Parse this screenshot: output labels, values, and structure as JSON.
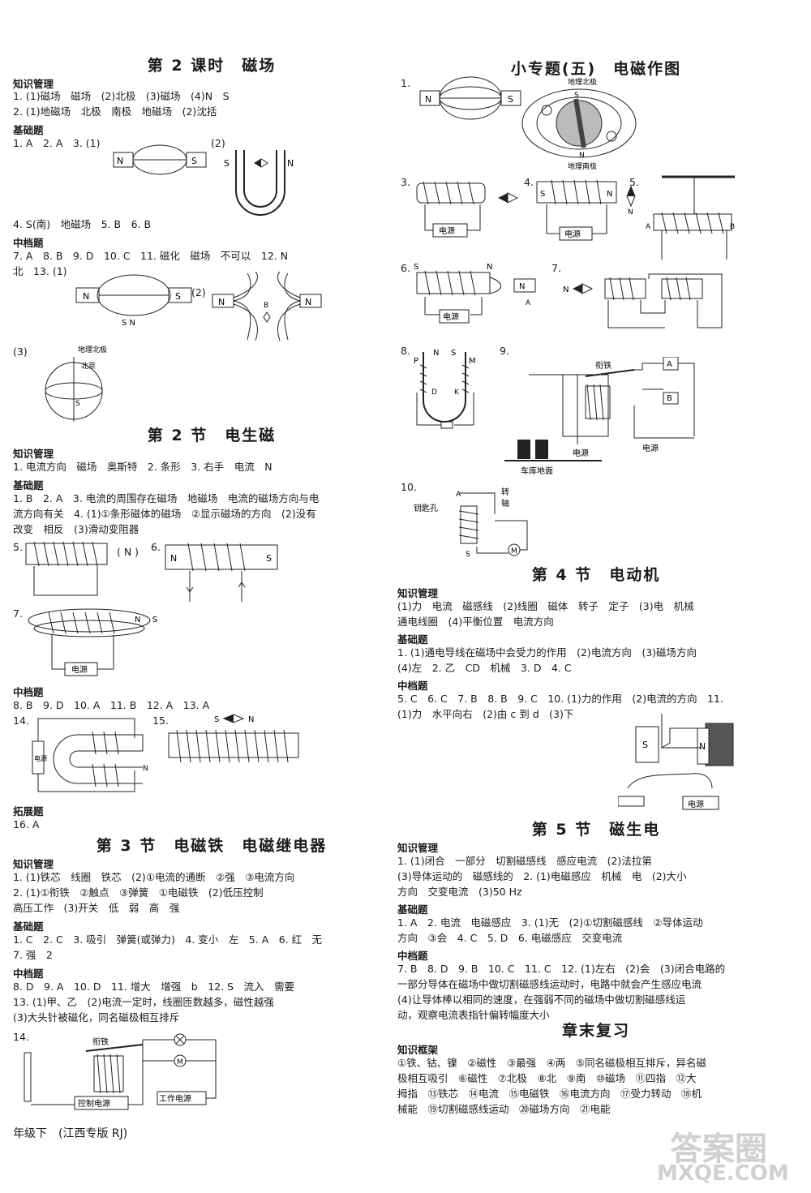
{
  "left": {
    "sec1": {
      "title": "第 2 课时　磁场",
      "h_zsgl": "知识管理",
      "zsgl_1": "1. (1)磁场　磁场　(2)北极　(3)磁场　(4)N　S",
      "zsgl_2": "2. (1)地磁场　北极　南极　地磁场　(2)沈括",
      "h_jct": "基础题",
      "jct_1": "1. A　2. A　3. (1)",
      "jct_1b": "(2)",
      "jct_2": "4. S(南)　地磁场　5. B　6. B",
      "h_zdt": "中档题",
      "zdt_1": "7. A　8. B　9. D　10. C　11. 磁化　磁场　不可以　12. N",
      "zdt_2": "北　13. (1)",
      "zdt_2b": "(2)",
      "zdt_3": "(3)",
      "fig_geo_north": "地理北极",
      "fig_beijing": "北京"
    },
    "sec2": {
      "title": "第 2 节　电生磁",
      "h_zsgl": "知识管理",
      "zsgl_1": "1. 电流方向　磁场　奥斯特　2. 条形　3. 右手　电流　N",
      "h_jct": "基础题",
      "jct_1": "1. B　2. A　3. 电流的周围存在磁场　地磁场　电流的磁场方向与电",
      "jct_2": "流方向有关　4. (1)①条形磁体的磁场　②显示磁场的方向　(2)没有",
      "jct_3": "改变　相反　(3)滑动变阻器",
      "q5": "5.",
      "q5n": "( N )",
      "q6": "6.",
      "q7": "7.",
      "power": "电源",
      "h_zdt": "中档题",
      "zdt_1": "8. B　9. D　10. A　11. B　12. A　13. A",
      "q14": "14.",
      "q15": "15.",
      "h_tzt": "拓展题",
      "tzt_1": "16. A"
    },
    "sec3": {
      "title": "第 3 节　电磁铁　电磁继电器",
      "h_zsgl": "知识管理",
      "zsgl_1": "1. (1)铁芯　线圈　铁芯　(2)①电流的通断　②强　③电流方向",
      "zsgl_2": "2. (1)①衔铁　②触点　③弹簧　①电磁铁　(2)低压控制",
      "zsgl_3": "高压工作　(3)开关　低　弱　高　强",
      "h_jct": "基础题",
      "jct_1": "1. C　2. C　3. 吸引　弹簧(或弹力)　4. 变小　左　5. A　6. 红　无",
      "jct_2": "7. 强　2",
      "h_zdt": "中档题",
      "zdt_1": "8. D　9. A　10. D　11. 增大　增强　b　12. S　流入　需要",
      "zdt_2": "13. (1)甲、乙　(2)电流一定时，线圈匝数越多，磁性越强",
      "zdt_3": "(3)大头针被磁化，同名磁极相互排斥",
      "q14": "14.",
      "fig_armature": "衔铁",
      "fig_ctrl": "控制电源",
      "fig_work": "工作电源"
    },
    "footer": "年级下　(江西专版 RJ)"
  },
  "right": {
    "sec4": {
      "title": "小专题(五)　电磁作图",
      "q1": "1.",
      "fig_geo_north": "地理北极",
      "fig_geo_south": "地理南极",
      "q3": "3.",
      "q4": "4.",
      "q5": "5.",
      "q6": "6.",
      "q7": "7.",
      "q8": "8.",
      "q9": "9.",
      "q10": "10.",
      "power": "电源",
      "fig_armature": "衔铁",
      "fig_floor": "车库地面",
      "fig_keyhole": "钥匙孔",
      "fig_axis1": "转",
      "fig_axis2": "轴"
    },
    "sec5": {
      "title": "第 4 节　电动机",
      "h_zsgl": "知识管理",
      "zsgl_1": "(1)力　电流　磁感线　(2)线圈　磁体　转子　定子　(3)电　机械",
      "zsgl_2": "通电线圈　(4)平衡位置　电流方向",
      "h_jct": "基础题",
      "jct_1": "1. (1)通电导线在磁场中会受力的作用　(2)电流方向　(3)磁场方向",
      "jct_2": "(4)左　2. 乙　CD　机械　3. D　4. C",
      "h_zdt": "中档题",
      "zdt_1": "5. C　6. C　7. B　8. B　9. C　10. (1)力的作用　(2)电流的方向　11.",
      "zdt_2": "(1)力　水平向右　(2)由 c 到 d　(3)下",
      "power": "电源"
    },
    "sec6": {
      "title": "第 5 节　磁生电",
      "h_zsgl": "知识管理",
      "zsgl_1": "1. (1)闭合　一部分　切割磁感线　感应电流　(2)法拉第",
      "zsgl_2": "(3)导体运动的　磁感线的　2. (1)电磁感应　机械　电　(2)大小",
      "zsgl_3": "方向　交变电流　(3)50 Hz",
      "h_jct": "基础题",
      "jct_1": "1. A　2. 电流　电磁感应　3. (1)无　(2)①切割磁感线　②导体运动",
      "jct_2": "方向　③会　4. C　5. D　6. 电磁感应　交变电流",
      "h_zdt": "中档题",
      "zdt_1": "7. B　8. D　9. B　10. C　11. C　12. (1)左右　(2)会　(3)闭合电路的",
      "zdt_2": "一部分导体在磁场中做切割磁感线运动时，电路中就会产生感应电流",
      "zdt_3": "(4)让导体棒以相同的速度，在强弱不同的磁场中做切割磁感线运",
      "zdt_4": "动，观察电流表指针偏转幅度大小"
    },
    "sec7": {
      "title": "章末复习",
      "h_zskj": "知识框架",
      "l1": "①铁、钴、镍　②磁性　③最强　④两　⑤同名磁极相互排斥，异名磁",
      "l2": "极相互吸引　⑥磁性　⑦北极　⑧北　⑨南　⑩磁场　⑪四指　⑫大",
      "l3": "拇指　⑬铁芯　⑭电流　⑮电磁铁　⑯电流方向　⑰受力转动　⑱机",
      "l4": "械能　⑲切割磁感线运动　⑳磁场方向　㉑电能"
    }
  },
  "watermark": {
    "line1": "答案圈",
    "line2": "MXQE.COM"
  }
}
